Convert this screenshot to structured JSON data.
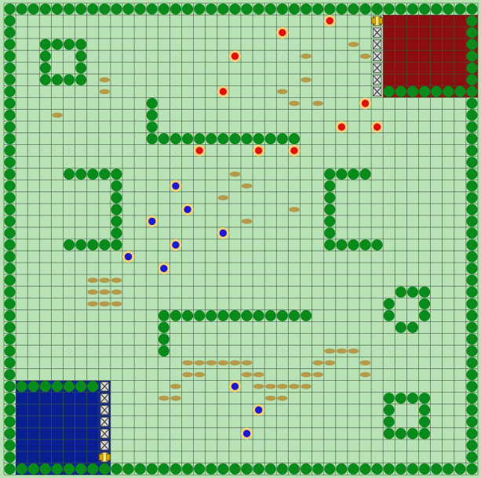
{
  "game": {
    "grid_cols": 40,
    "grid_rows": 40,
    "colors": {
      "grass": "#b9e3b6",
      "gridline": "#3d5a3d",
      "tree": "#0a8a1a",
      "red_base": "#8b0d0d",
      "blue_base": "#0a1f8f",
      "red_unit": "#e01010",
      "blue_unit": "#1a1ad0",
      "unit_ring": "#f2d27a",
      "resource": "#b59a4a",
      "gate_mark": "#d9a800"
    },
    "bases": [
      {
        "team": "red",
        "cells": [
          32,
          1,
          39,
          7
        ],
        "color": "red_base"
      },
      {
        "team": "blue",
        "cells": [
          1,
          32,
          8,
          39
        ],
        "color": "blue_base"
      }
    ],
    "walls": [
      {
        "name": "red-base-wall",
        "cells": [
          [
            31,
            1
          ],
          [
            31,
            2
          ],
          [
            31,
            3
          ],
          [
            31,
            4
          ],
          [
            31,
            5
          ],
          [
            31,
            6
          ],
          [
            31,
            7
          ]
        ]
      },
      {
        "name": "blue-base-wall",
        "cells": [
          [
            8,
            32
          ],
          [
            8,
            33
          ],
          [
            8,
            34
          ],
          [
            8,
            35
          ],
          [
            8,
            36
          ],
          [
            8,
            37
          ],
          [
            8,
            38
          ]
        ]
      }
    ],
    "gates": [
      {
        "name": "red-gate",
        "cell": [
          31,
          1
        ]
      },
      {
        "name": "blue-gate",
        "cell": [
          8,
          38
        ]
      }
    ],
    "red_units": [
      [
        27,
        1
      ],
      [
        23,
        2
      ],
      [
        19,
        4
      ],
      [
        18,
        7
      ],
      [
        30,
        8
      ],
      [
        28,
        10
      ],
      [
        31,
        10
      ],
      [
        16,
        12
      ],
      [
        21,
        12
      ],
      [
        24,
        12
      ]
    ],
    "blue_units": [
      [
        14,
        15
      ],
      [
        15,
        17
      ],
      [
        12,
        18
      ],
      [
        18,
        19
      ],
      [
        14,
        20
      ],
      [
        10,
        21
      ],
      [
        13,
        22
      ],
      [
        19,
        32
      ],
      [
        21,
        34
      ],
      [
        20,
        36
      ]
    ],
    "resources": [
      [
        29,
        3
      ],
      [
        25,
        4
      ],
      [
        30,
        4
      ],
      [
        25,
        6
      ],
      [
        8,
        6
      ],
      [
        8,
        7
      ],
      [
        23,
        7
      ],
      [
        24,
        8
      ],
      [
        26,
        8
      ],
      [
        4,
        9
      ],
      [
        19,
        14
      ],
      [
        20,
        15
      ],
      [
        18,
        16
      ],
      [
        24,
        17
      ],
      [
        20,
        18
      ],
      [
        7,
        23
      ],
      [
        8,
        23
      ],
      [
        9,
        23
      ],
      [
        7,
        24
      ],
      [
        8,
        24
      ],
      [
        9,
        24
      ],
      [
        7,
        25
      ],
      [
        8,
        25
      ],
      [
        9,
        25
      ],
      [
        27,
        29
      ],
      [
        28,
        29
      ],
      [
        29,
        29
      ],
      [
        15,
        30
      ],
      [
        16,
        30
      ],
      [
        17,
        30
      ],
      [
        18,
        30
      ],
      [
        19,
        30
      ],
      [
        20,
        30
      ],
      [
        26,
        30
      ],
      [
        27,
        30
      ],
      [
        30,
        30
      ],
      [
        15,
        31
      ],
      [
        16,
        31
      ],
      [
        20,
        31
      ],
      [
        21,
        31
      ],
      [
        25,
        31
      ],
      [
        26,
        31
      ],
      [
        30,
        31
      ],
      [
        14,
        32
      ],
      [
        21,
        32
      ],
      [
        22,
        32
      ],
      [
        23,
        32
      ],
      [
        24,
        32
      ],
      [
        25,
        32
      ],
      [
        13,
        33
      ],
      [
        14,
        33
      ],
      [
        22,
        33
      ],
      [
        23,
        33
      ]
    ]
  }
}
